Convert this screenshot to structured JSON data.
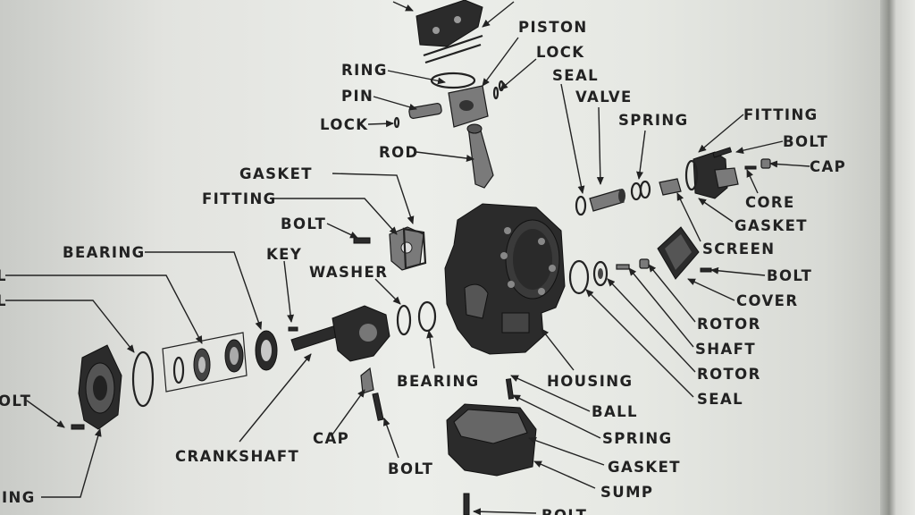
{
  "diagram": {
    "labels": {
      "piston": "PISTON",
      "lock_top": "LOCK",
      "seal_top": "SEAL",
      "ring": "RING",
      "pin": "PIN",
      "lock_left": "LOCK",
      "valve": "VALVE",
      "spring_top": "SPRING",
      "fitting_right": "FITTING",
      "bolt_right_top": "BOLT",
      "cap_right": "CAP",
      "rod": "ROD",
      "gasket_left": "GASKET",
      "fitting_left": "FITTING",
      "core": "CORE",
      "bolt_left": "BOLT",
      "gasket_right": "GASKET",
      "bearing_left": "BEARING",
      "key": "KEY",
      "screen": "SCREEN",
      "washer": "WASHER",
      "seal_left_1": "L",
      "bolt_right_mid": "BOLT",
      "seal_left_2": "L",
      "cover": "COVER",
      "rotor_1": "ROTOR",
      "shaft": "SHAFT",
      "rotor_2": "ROTOR",
      "bearing_center": "BEARING",
      "housing": "HOUSING",
      "seal_right": "SEAL",
      "bolt_far_left": "OLT",
      "ball": "BALL",
      "cap_bottom": "CAP",
      "spring_bottom": "SPRING",
      "crankshaft": "CRANKSHAFT",
      "gasket_bottom": "GASKET",
      "bolt_bottom": "BOLT",
      "sump": "SUMP",
      "ring_far_left": "ING",
      "bolt_very_bottom": "BOLT"
    }
  }
}
